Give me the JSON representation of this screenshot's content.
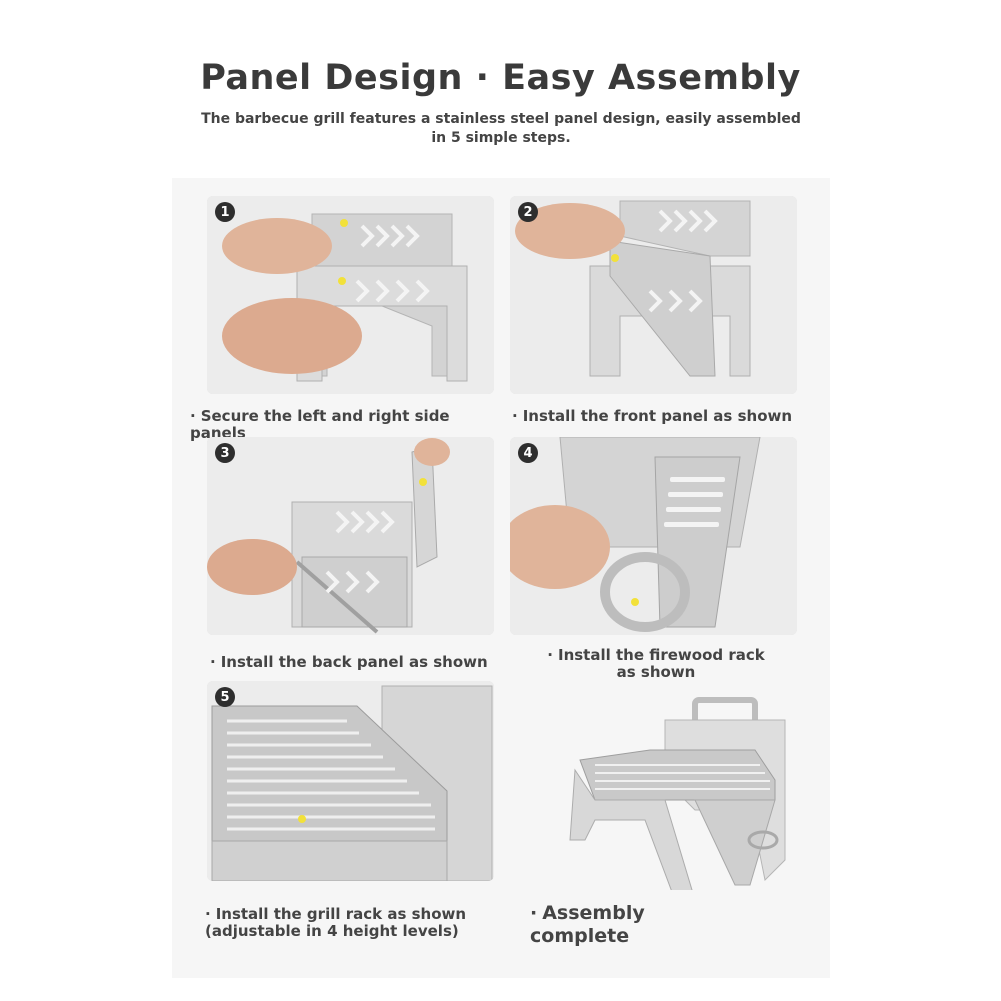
{
  "header": {
    "title": "Panel Design · Easy Assembly",
    "subtitle": "The barbecue grill features a stainless steel panel design, easily assembled in 5 simple steps."
  },
  "steps": [
    {
      "number": "1",
      "caption": "Secure the left and right side panels"
    },
    {
      "number": "2",
      "caption": "Install the front panel as shown"
    },
    {
      "number": "3",
      "caption": "Install the back panel as shown"
    },
    {
      "number": "4",
      "caption": "Install the firewood rack as shown"
    },
    {
      "number": "5",
      "caption": "Install the grill rack as shown (adjustable in 4 height levels)"
    }
  ],
  "final": {
    "caption": "Assembly complete"
  },
  "bullet": "·",
  "colors": {
    "steel": "#d9d9d9",
    "steel_dark": "#a9a9a9",
    "skin": "#e0b49a",
    "marker": "#f2e13a",
    "badge": "#2e2e2e"
  }
}
